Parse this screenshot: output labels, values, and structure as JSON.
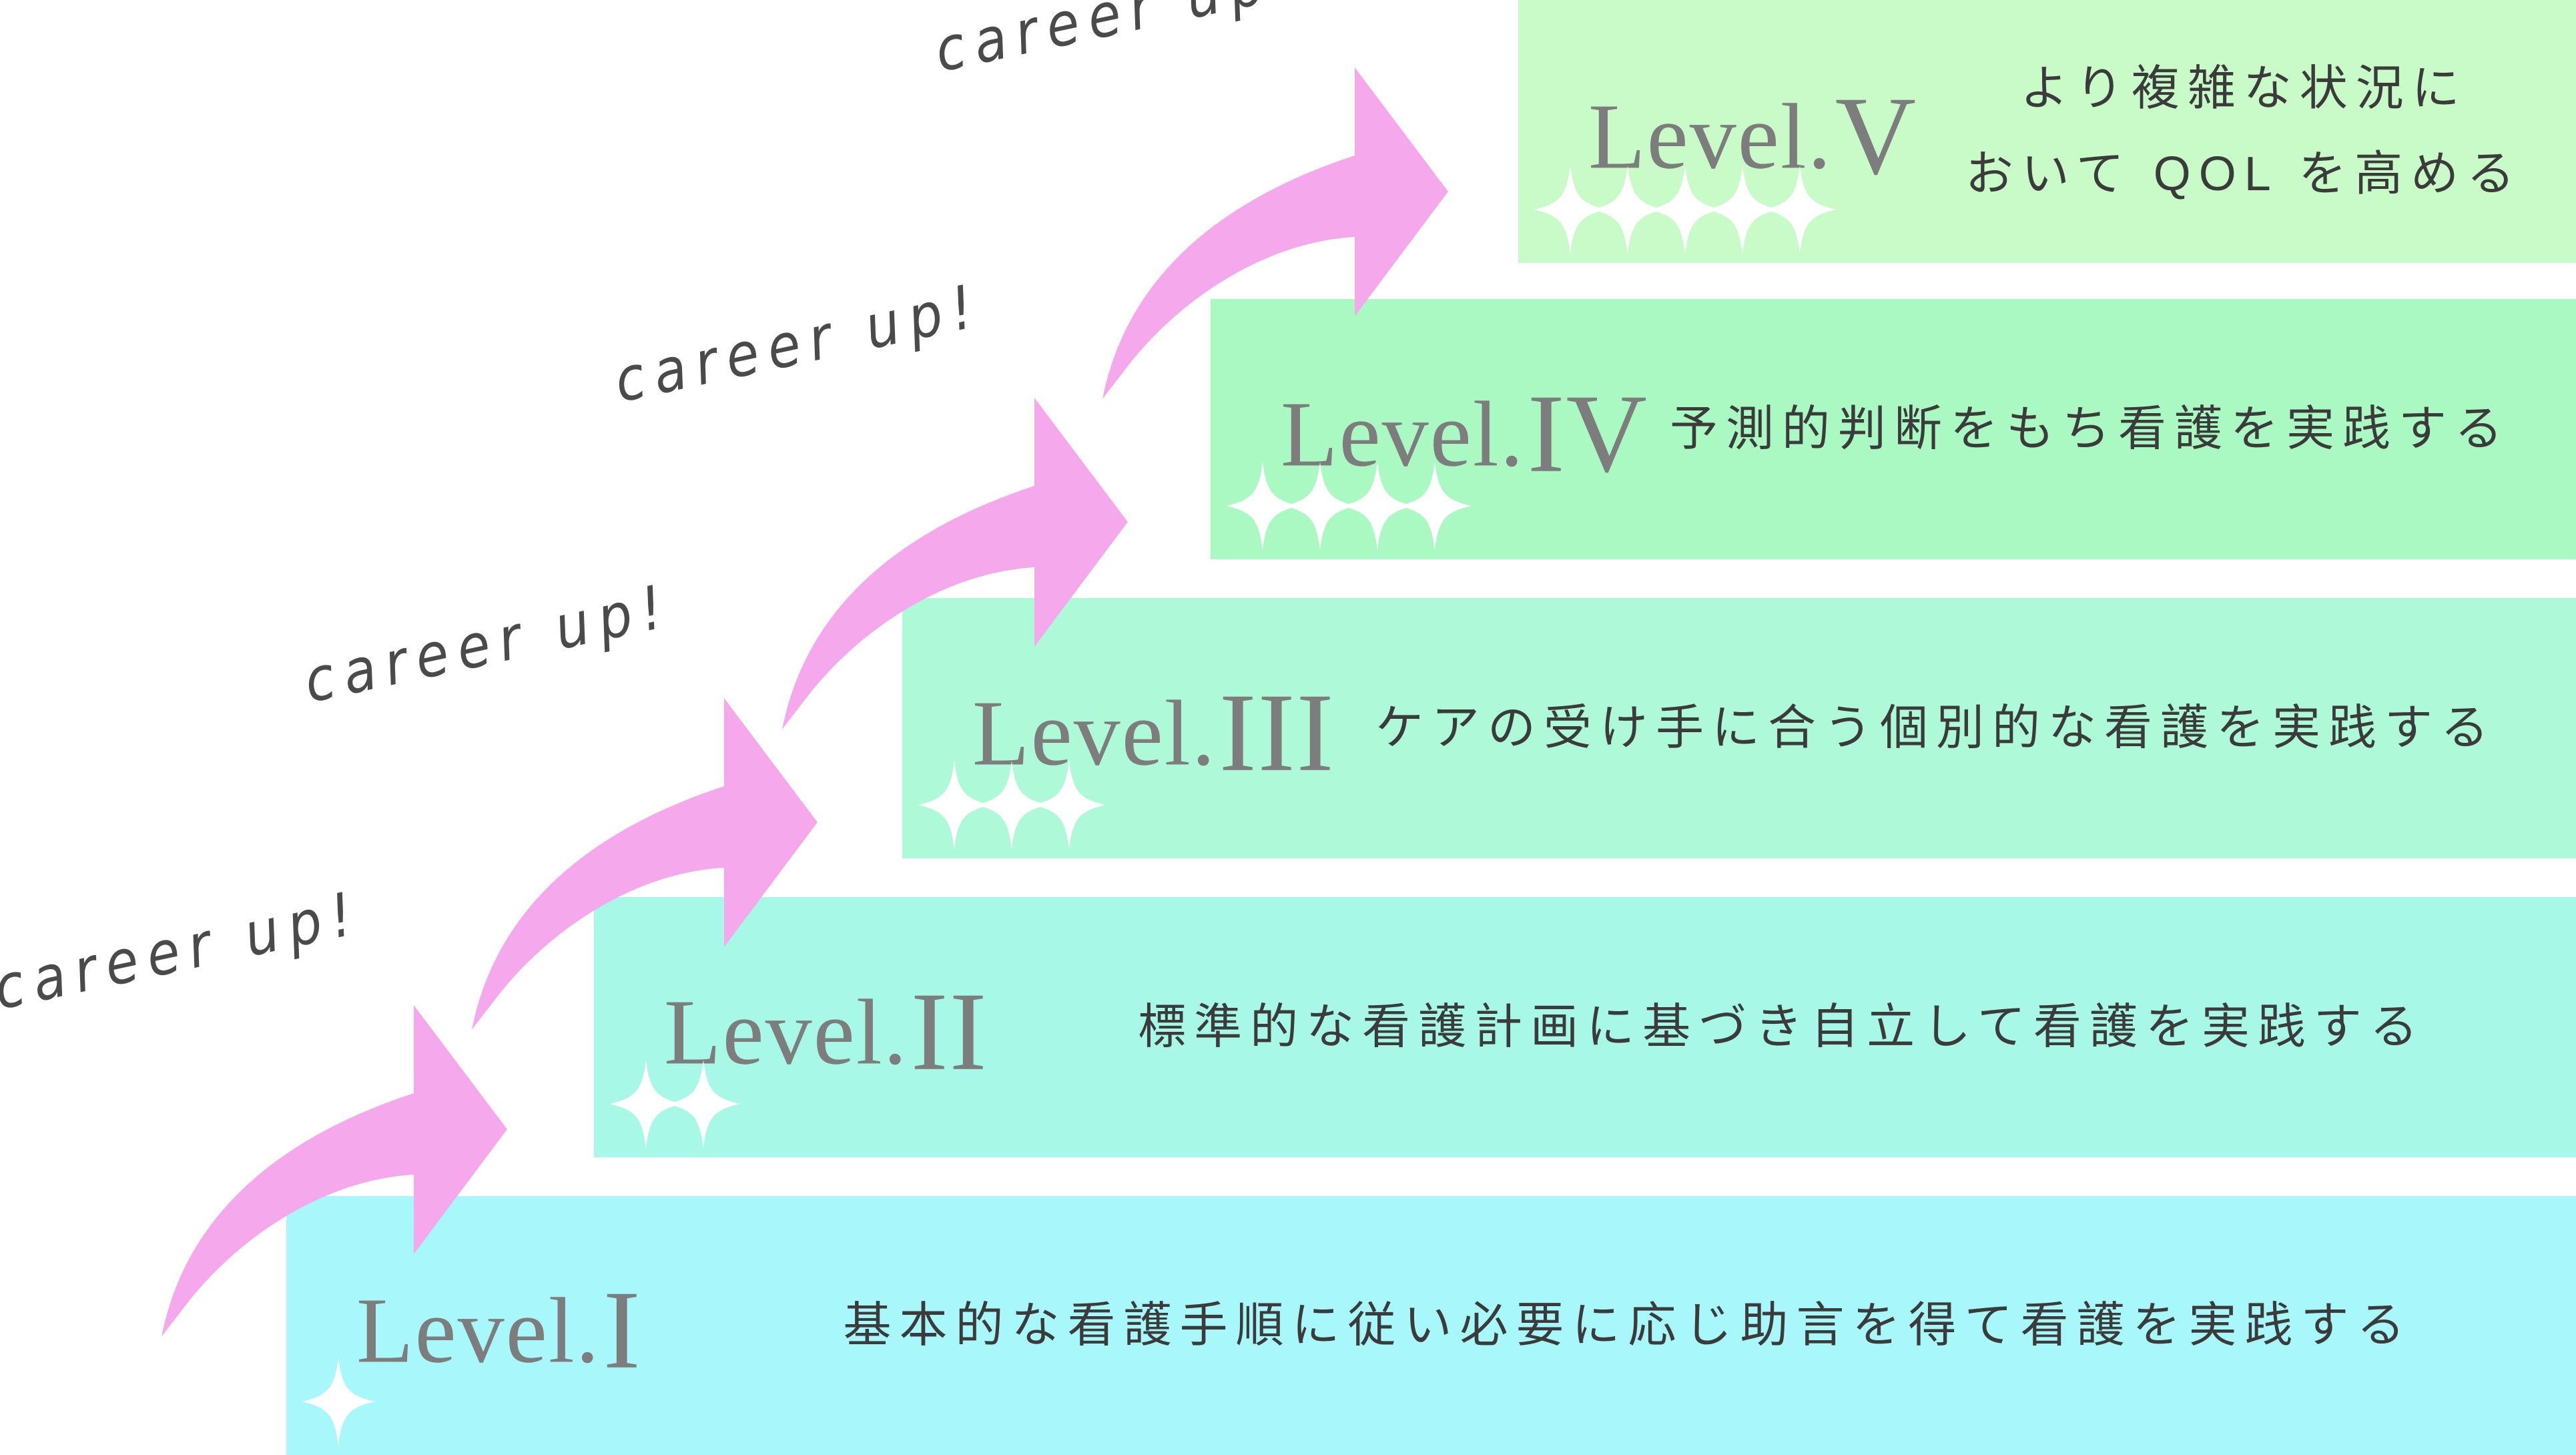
{
  "colors": {
    "background": "#ffffff",
    "arrow": "#f5a8ec",
    "career_text": "#4a4a4a",
    "label": "#7d7d7d",
    "description": "#3b3b3b",
    "sparkle": "#ffffff"
  },
  "career_arrow": {
    "label": "career up!"
  },
  "levels": [
    {
      "name": "Level.",
      "numeral": "I",
      "stars": 1,
      "bg": "#a8f8fb",
      "description_lines": [
        "基本的な看護手順に従い必要に応じ助言を得て看護を実践する"
      ]
    },
    {
      "name": "Level.",
      "numeral": "II",
      "stars": 2,
      "bg": "#a7f8e6",
      "description_lines": [
        "標準的な看護計画に基づき自立して看護を実践する"
      ]
    },
    {
      "name": "Level.",
      "numeral": "III",
      "stars": 3,
      "bg": "#adf9d8",
      "description_lines": [
        "ケアの受け手に合う個別的な看護を実践する"
      ]
    },
    {
      "name": "Level.",
      "numeral": "IV",
      "stars": 4,
      "bg": "#abf9c2",
      "description_lines": [
        "予測的判断をもち看護を実践する"
      ]
    },
    {
      "name": "Level.",
      "numeral": "V",
      "stars": 5,
      "bg": "#c8fbc8",
      "description_lines": [
        "より複雑な状況に",
        "おいて QOL を高める"
      ]
    }
  ]
}
